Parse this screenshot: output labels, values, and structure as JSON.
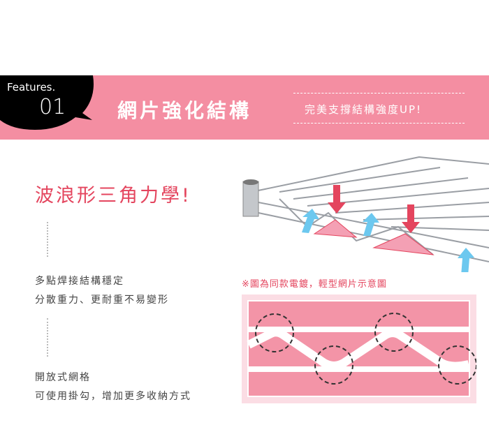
{
  "header": {
    "features_label": "Features.",
    "number": "01",
    "title": "網片強化結構",
    "subtitle": "完美支撐結構強度UP!"
  },
  "main": {
    "heading": "波浪形三角力學!",
    "point1": [
      "多點焊接結構穩定",
      "分散重力、更耐重不易變形"
    ],
    "point2": [
      "開放式網格",
      "可使用掛勾，增加更多收納方式"
    ],
    "note": "※圖為同款電鍍，輕型網片示意圖"
  },
  "colors": {
    "pink": "#f48ea2",
    "red": "#e4455e",
    "arrow_blue": "#6cc8ef"
  }
}
